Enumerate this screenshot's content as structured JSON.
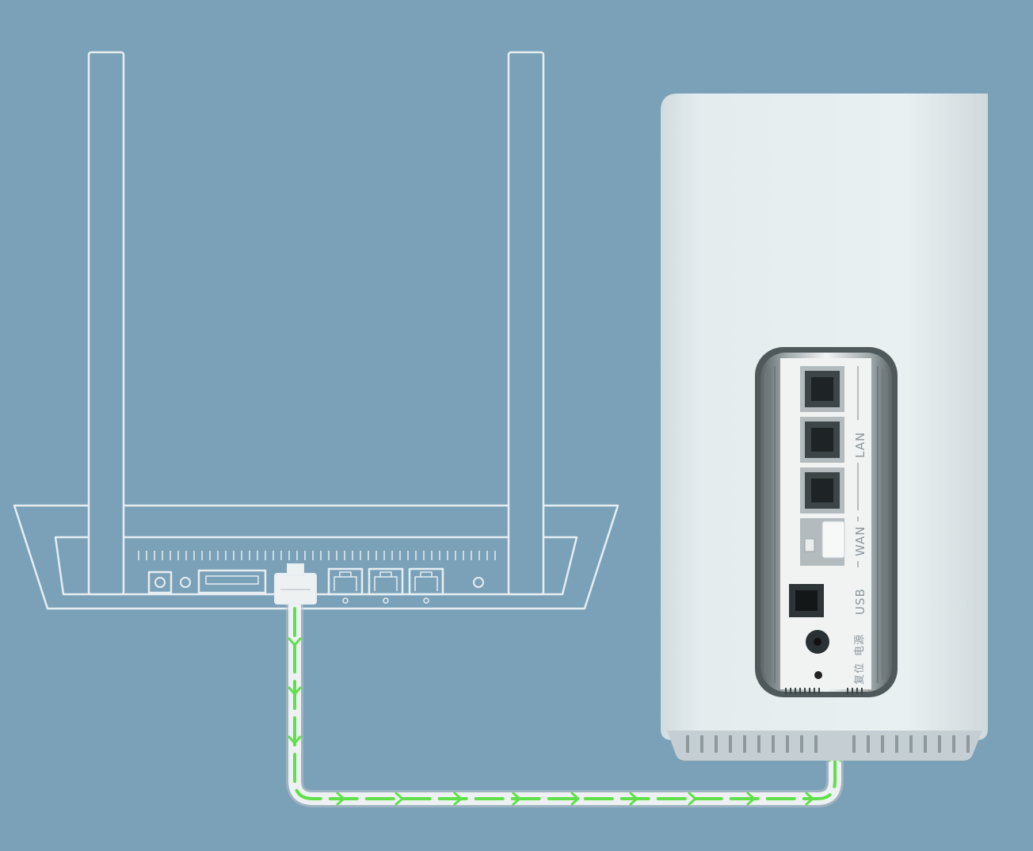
{
  "scene": {
    "background_color": "#7aa1b8",
    "outline_color": "#e6eef2",
    "cable_color": "#eef1f2",
    "arrow_color": "#5fe04a",
    "new_router_color": "#dfe7e9"
  },
  "new_router": {
    "labels": {
      "lan": "LAN",
      "wan": "WAN",
      "usb": "USB",
      "power": "电源",
      "reset": "复位"
    }
  }
}
